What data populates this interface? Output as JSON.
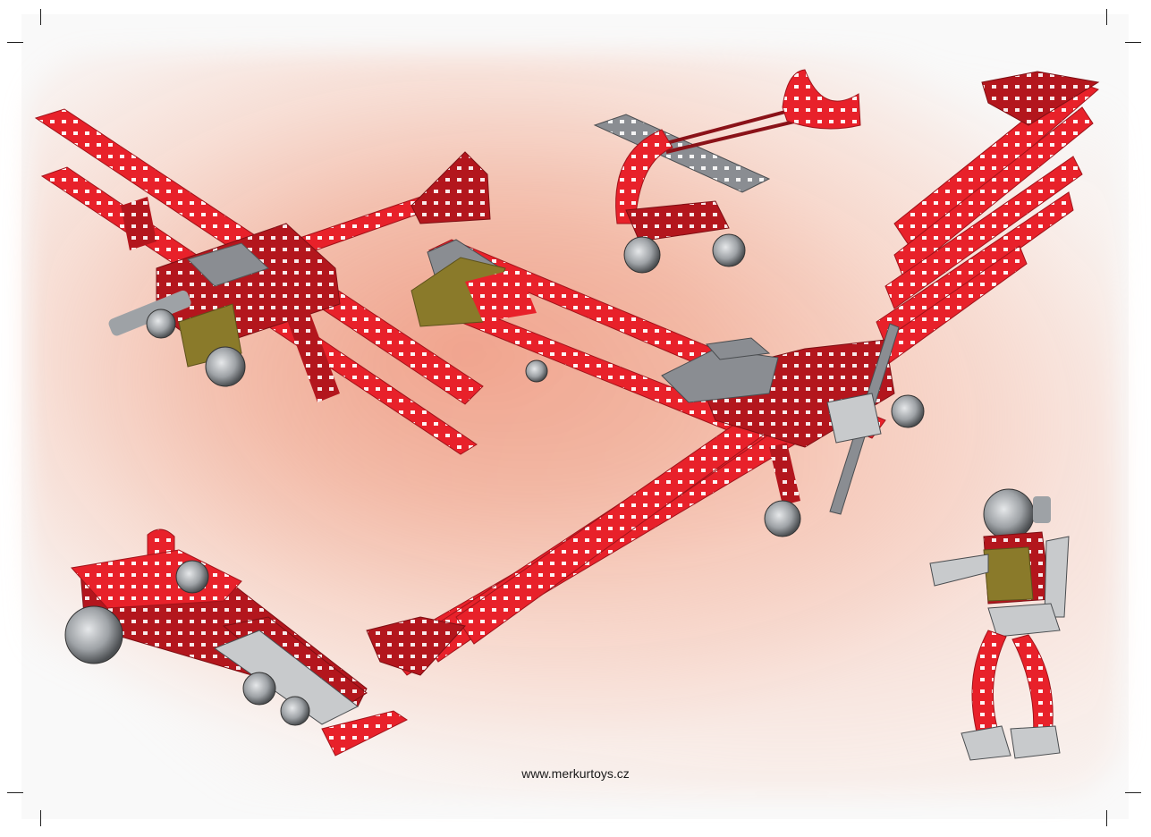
{
  "footer": {
    "website": "www.merkurtoys.cz"
  },
  "colors": {
    "page_margin": "#f9f9f9",
    "background_glow": "#ee967d",
    "strip_red": "#e8212a",
    "strip_dark_red": "#b3161d",
    "steel_gray": "#8a8d92",
    "olive_plate": "#8a7a2a",
    "website_text": "#1a1a1a"
  },
  "icons": [
    "biplane-model",
    "glider-model",
    "small-plane-model",
    "large-plane-model",
    "race-car-model",
    "robot-model",
    "crop-mark"
  ]
}
